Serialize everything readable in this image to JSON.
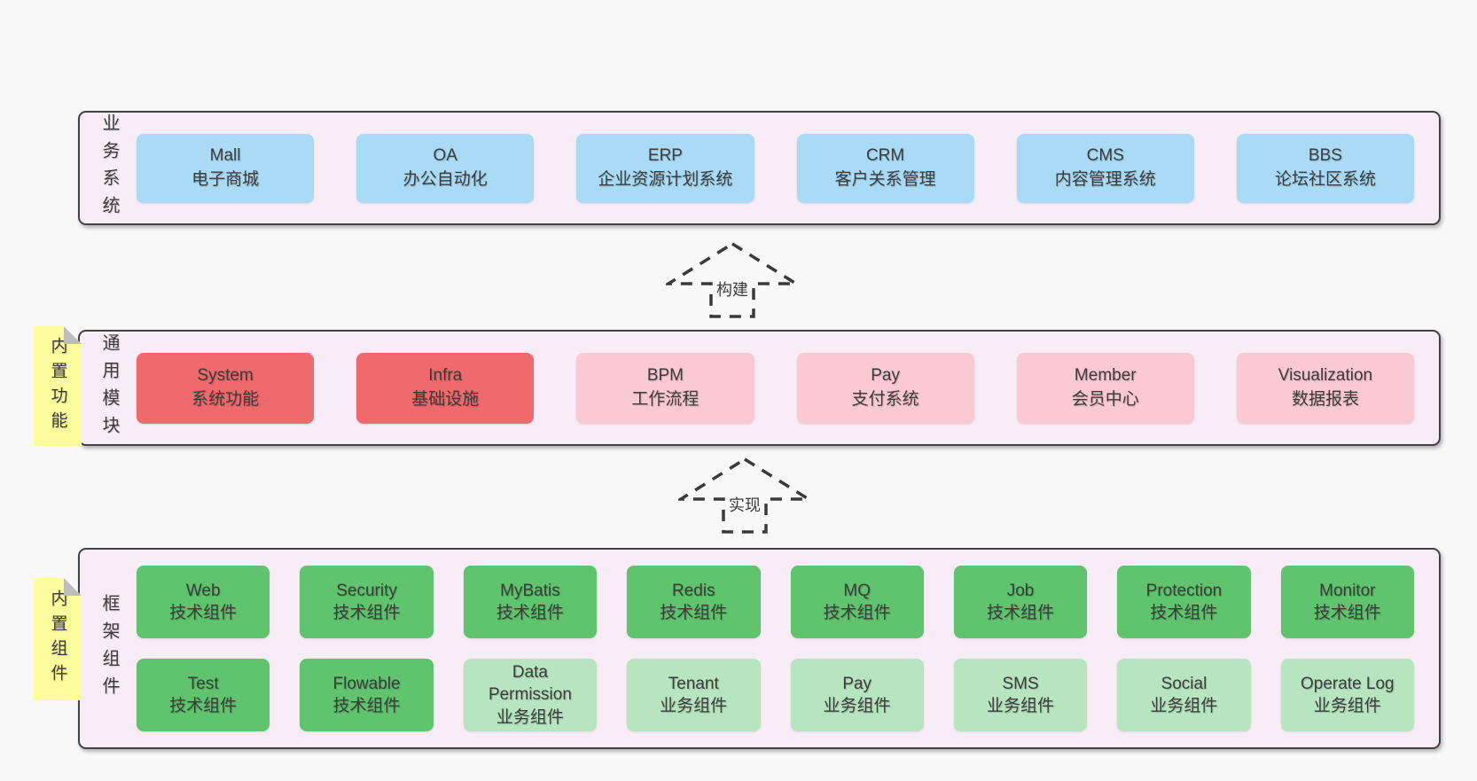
{
  "colors": {
    "page_bg": "#f8f8f8",
    "panel_bg": "#f8edf7",
    "panel_border": "#424242",
    "text": "#3c3c3c",
    "blue": "#a9dbf6",
    "red": "#f0696c",
    "pink": "#fbc9d3",
    "green": "#5fc46d",
    "green_light": "#b7e5c0",
    "sticky": "#fdfc9c",
    "sticky_fold": "#bdbdbd"
  },
  "arrows": [
    {
      "label": "构建"
    },
    {
      "label": "实现"
    }
  ],
  "layers": {
    "business": {
      "label": "业务系统",
      "boxes": [
        {
          "title": "Mall",
          "subtitle": "电子商城"
        },
        {
          "title": "OA",
          "subtitle": "办公自动化"
        },
        {
          "title": "ERP",
          "subtitle": "企业资源计划系统"
        },
        {
          "title": "CRM",
          "subtitle": "客户关系管理"
        },
        {
          "title": "CMS",
          "subtitle": "内容管理系统"
        },
        {
          "title": "BBS",
          "subtitle": "论坛社区系统"
        }
      ]
    },
    "modules": {
      "label": "通用模块",
      "sticky": "内置功能",
      "boxes": [
        {
          "title": "System",
          "subtitle": "系统功能",
          "variant": "red"
        },
        {
          "title": "Infra",
          "subtitle": "基础设施",
          "variant": "red"
        },
        {
          "title": "BPM",
          "subtitle": "工作流程",
          "variant": "pink"
        },
        {
          "title": "Pay",
          "subtitle": "支付系统",
          "variant": "pink"
        },
        {
          "title": "Member",
          "subtitle": "会员中心",
          "variant": "pink"
        },
        {
          "title": "Visualization",
          "subtitle": "数据报表",
          "variant": "pink"
        }
      ]
    },
    "components": {
      "label": "框架组件",
      "sticky": "内置组件",
      "rows": [
        [
          {
            "title": "Web",
            "subtitle": "技术组件",
            "variant": "green"
          },
          {
            "title": "Security",
            "subtitle": "技术组件",
            "variant": "green"
          },
          {
            "title": "MyBatis",
            "subtitle": "技术组件",
            "variant": "green"
          },
          {
            "title": "Redis",
            "subtitle": "技术组件",
            "variant": "green"
          },
          {
            "title": "MQ",
            "subtitle": "技术组件",
            "variant": "green"
          },
          {
            "title": "Job",
            "subtitle": "技术组件",
            "variant": "green"
          },
          {
            "title": "Protection",
            "subtitle": "技术组件",
            "variant": "green"
          },
          {
            "title": "Monitor",
            "subtitle": "技术组件",
            "variant": "green"
          }
        ],
        [
          {
            "title": "Test",
            "subtitle": "技术组件",
            "variant": "green"
          },
          {
            "title": "Flowable",
            "subtitle": "技术组件",
            "variant": "green"
          },
          {
            "title": "Data Permission",
            "subtitle": "业务组件",
            "variant": "green-light"
          },
          {
            "title": "Tenant",
            "subtitle": "业务组件",
            "variant": "green-light"
          },
          {
            "title": "Pay",
            "subtitle": "业务组件",
            "variant": "green-light"
          },
          {
            "title": "SMS",
            "subtitle": "业务组件",
            "variant": "green-light"
          },
          {
            "title": "Social",
            "subtitle": "业务组件",
            "variant": "green-light"
          },
          {
            "title": "Operate Log",
            "subtitle": "业务组件",
            "variant": "green-light"
          }
        ]
      ]
    }
  }
}
